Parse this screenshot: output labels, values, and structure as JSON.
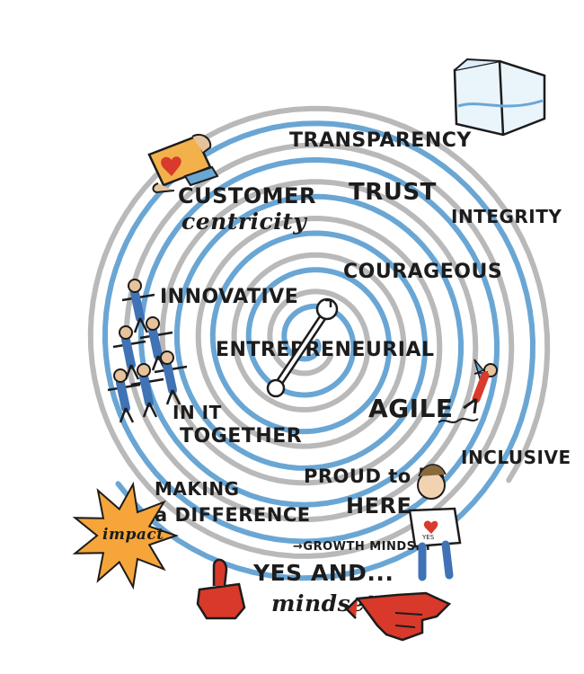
{
  "values": {
    "transparency": "TRANSPARENCY",
    "customer_1": "CUSTOMER",
    "customer_2": "centricity",
    "trust": "TRUST",
    "integrity": "INTEGRITY",
    "courageous": "COURAGEOUS",
    "innovative": "INNOVATIVE",
    "entrepreneurial": "ENTREPRENEURIAL",
    "agile": "AGILE",
    "together_1": "IN IT",
    "together_2": "TOGETHER",
    "inclusive": "INCLUSIVE",
    "making_1": "MAKING",
    "making_2": "a DIFFERENCE",
    "proud_1": "PROUD to be",
    "proud_2": "HERE",
    "impact": "impact",
    "growth": "→GROWTH MINDSET",
    "yes_1": "YES AND...",
    "yes_2": "mindset",
    "shirt": "YES"
  },
  "icons": [
    "heart-box-icon",
    "open-box-icon",
    "wrench-icon",
    "team-pyramid-icon",
    "running-person-icon",
    "starburst-icon",
    "person-icon",
    "thumbs-up-icon",
    "pointing-hand-icon"
  ],
  "colors": {
    "spiral_blue": "#6aa6d4",
    "spiral_gray": "#b9b9b9",
    "ink": "#1c1c1c",
    "heart_red": "#d93a2b",
    "box_orange": "#f3b14b",
    "burst_orange": "#f6a53a",
    "hand_red": "#d8392a"
  }
}
